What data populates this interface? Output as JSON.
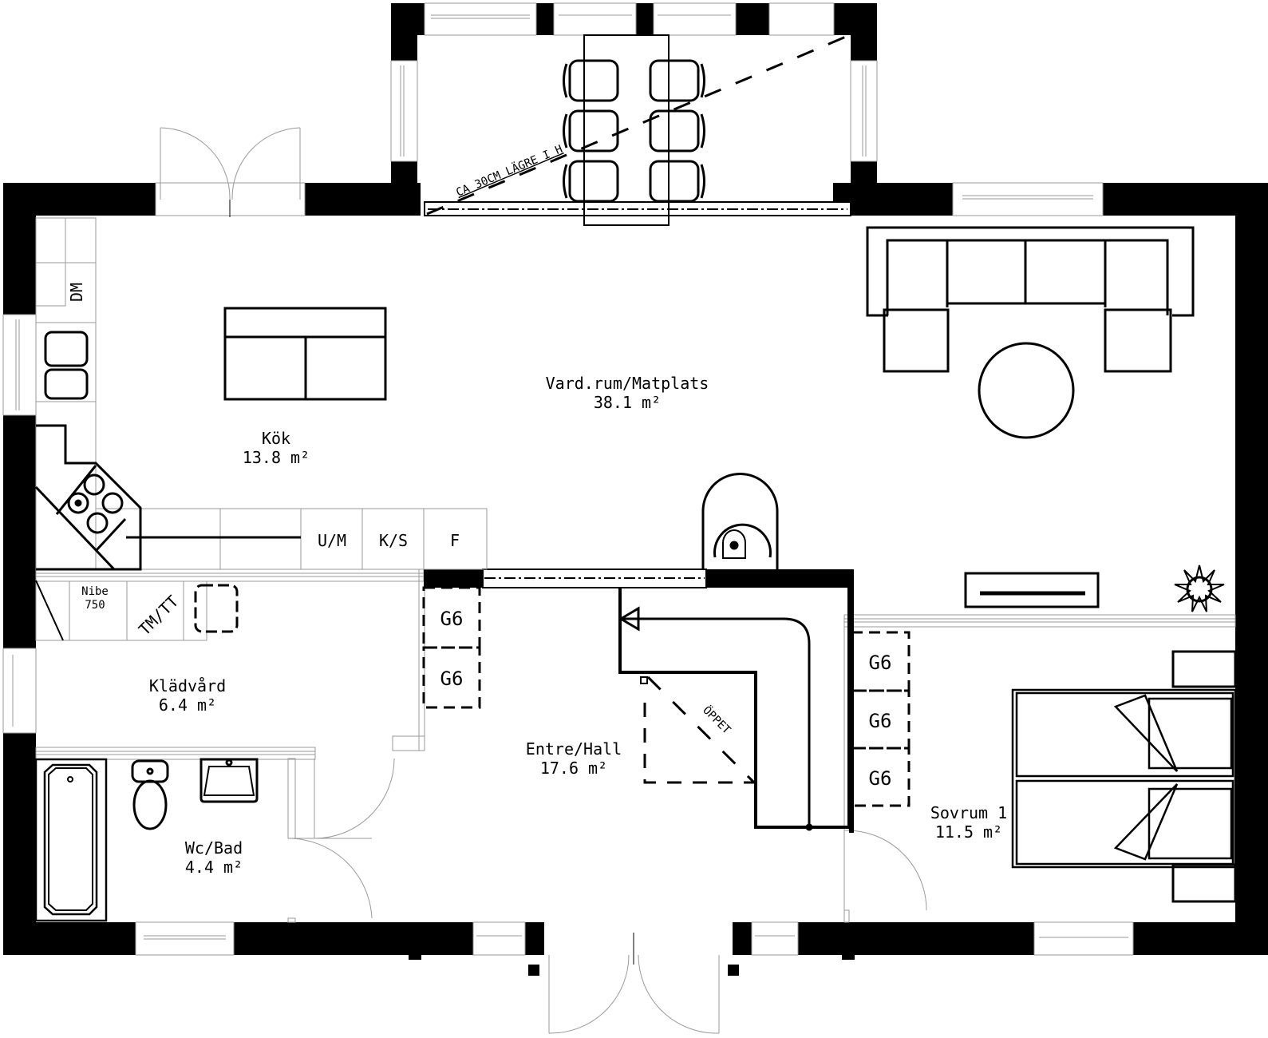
{
  "plan": {
    "colors": {
      "wall": "#000000",
      "line": "#000000",
      "thin": "#9a9a9a",
      "background": "#ffffff"
    },
    "area_unit": "m²"
  },
  "rooms": {
    "kok": {
      "name": "Kök",
      "area": "13.8 m²"
    },
    "vardrum": {
      "name": "Vard.rum/Matplats",
      "area": "38.1 m²"
    },
    "kladvard": {
      "name": "Klädvård",
      "area": "6.4 m²"
    },
    "wcbad": {
      "name": "Wc/Bad",
      "area": "4.4 m²"
    },
    "entre": {
      "name": "Entre/Hall",
      "area": "17.6 m²"
    },
    "sovrum1": {
      "name": "Sovrum 1",
      "area": "11.5 m²"
    }
  },
  "appliances": {
    "dm": "DM",
    "um": "U/M",
    "ks": "K/S",
    "f": "F",
    "nibe_line1": "Nibe",
    "nibe_line2": "750",
    "tmtt": "TM/TT"
  },
  "wardrobes": {
    "hall": [
      "G6",
      "G6"
    ],
    "bedroom": [
      "G6",
      "G6",
      "G6"
    ]
  },
  "annotations": {
    "ceiling_note": "CA 30CM LÄGRE I H",
    "stair_open": "ÖPPET"
  },
  "icons": {
    "fireplace": "fireplace-icon",
    "plant": "plant-icon",
    "stove": "stove-icon",
    "sink": "sink-icon",
    "bathtub": "bathtub-icon",
    "toilet": "toilet-icon",
    "washbasin": "washbasin-icon",
    "bed": "bed-icon",
    "sofa": "sofa-icon",
    "coffee_table": "coffee-table-icon",
    "dining_table": "dining-table-icon",
    "tv_bench": "tv-bench-icon"
  }
}
